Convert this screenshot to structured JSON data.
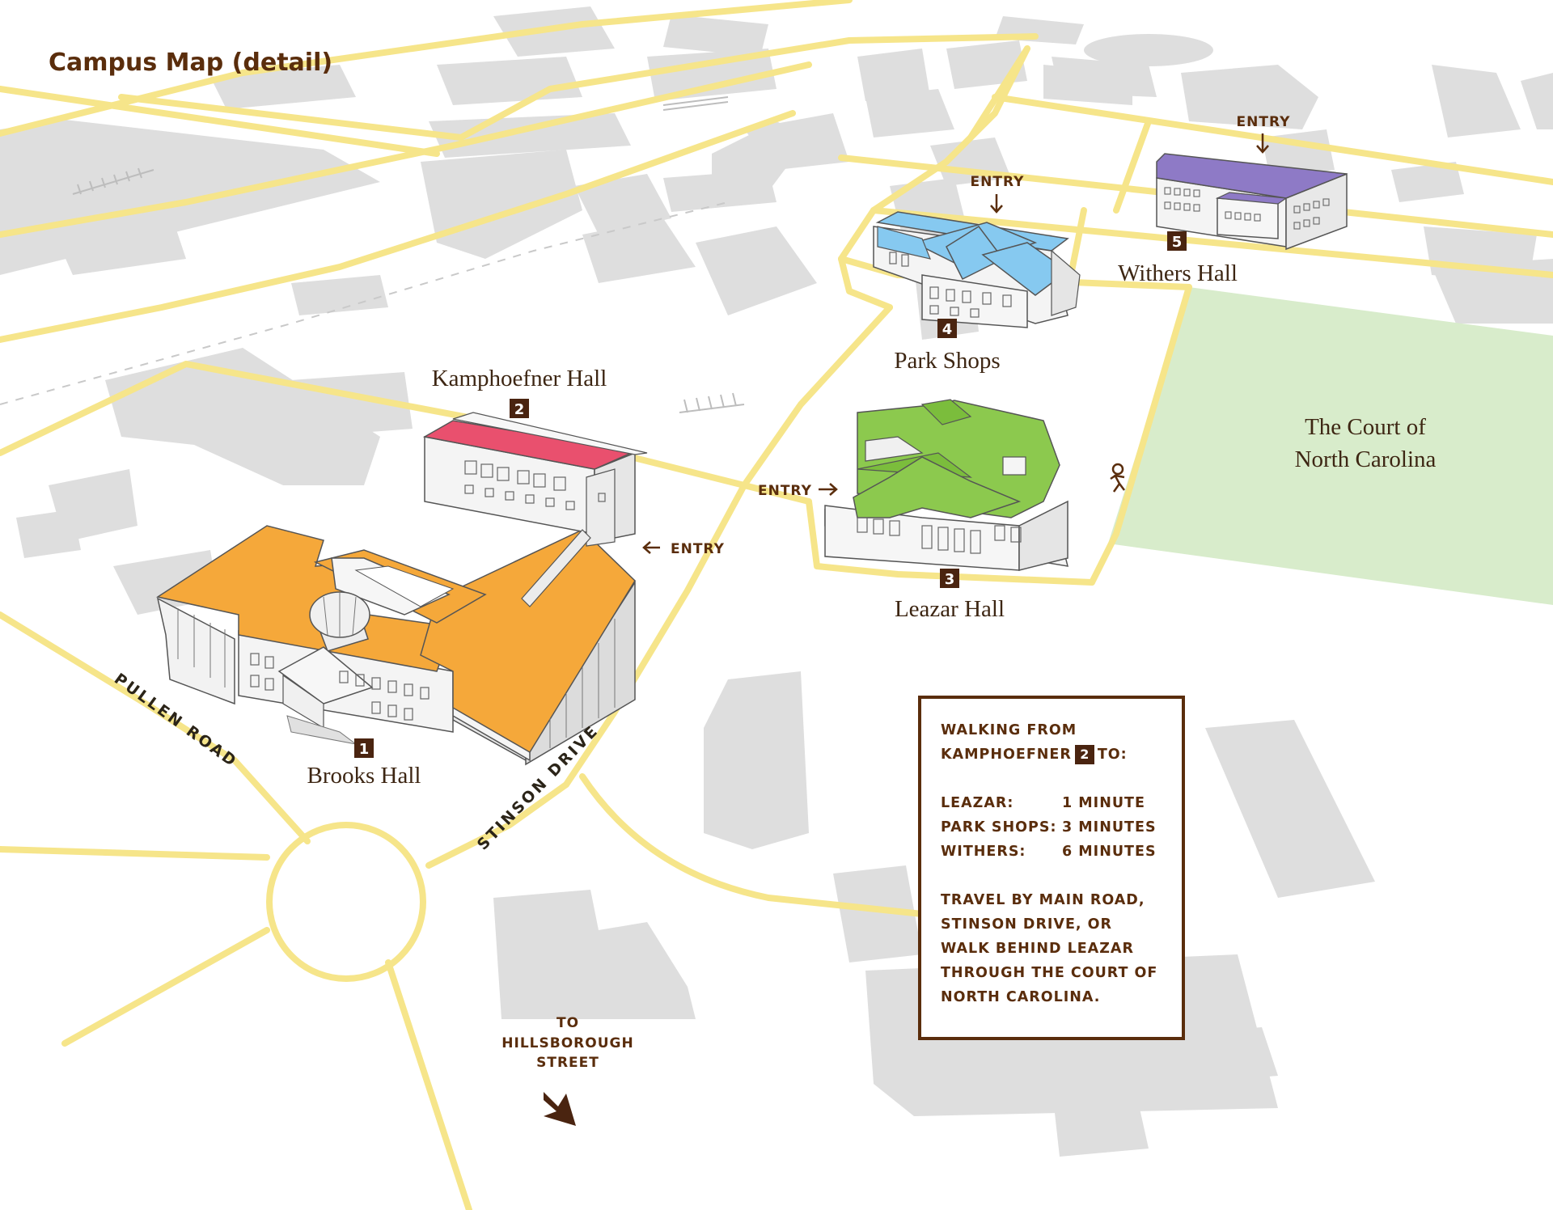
{
  "map_title": "Campus Map (detail)",
  "buildings": [
    {
      "number": "1",
      "name": "Brooks Hall",
      "color": "#f5a83a"
    },
    {
      "number": "2",
      "name": "Kamphoefner Hall",
      "color": "#e9506e"
    },
    {
      "number": "3",
      "name": "Leazar Hall",
      "color": "#8cc94e"
    },
    {
      "number": "4",
      "name": "Park Shops",
      "color": "#86c9f0"
    },
    {
      "number": "5",
      "name": "Withers Hall",
      "color": "#8e7ac6"
    }
  ],
  "entry_label": "ENTRY",
  "court": {
    "line1": "The Court of",
    "line2": "North Carolina",
    "color": "#d8eccb"
  },
  "roads": {
    "pullen": "PULLEN ROAD",
    "stinson": "STINSON DRIVE"
  },
  "destination": {
    "line1": "TO",
    "line2": "HILLSBOROUGH",
    "line3": "STREET"
  },
  "walking": {
    "heading_line1": "WALKING FROM",
    "heading_line2_before": "KAMPHOEFNER",
    "heading_badge": "2",
    "heading_line2_after": "TO:",
    "rows": [
      {
        "place": "LEAZAR:",
        "time": "1 MINUTE"
      },
      {
        "place": "PARK SHOPS:",
        "time": "3 MINUTES"
      },
      {
        "place": "WITHERS:",
        "time": "6 MINUTES"
      }
    ],
    "note_lines": [
      "TRAVEL BY MAIN ROAD,",
      "STINSON DRIVE, OR",
      "WALK BEHIND LEAZAR",
      "THROUGH THE COURT OF",
      "NORTH CAROLINA."
    ]
  },
  "colors": {
    "road": "#f6e58a",
    "block": "#dedede",
    "text_brown": "#5a2d0c"
  }
}
